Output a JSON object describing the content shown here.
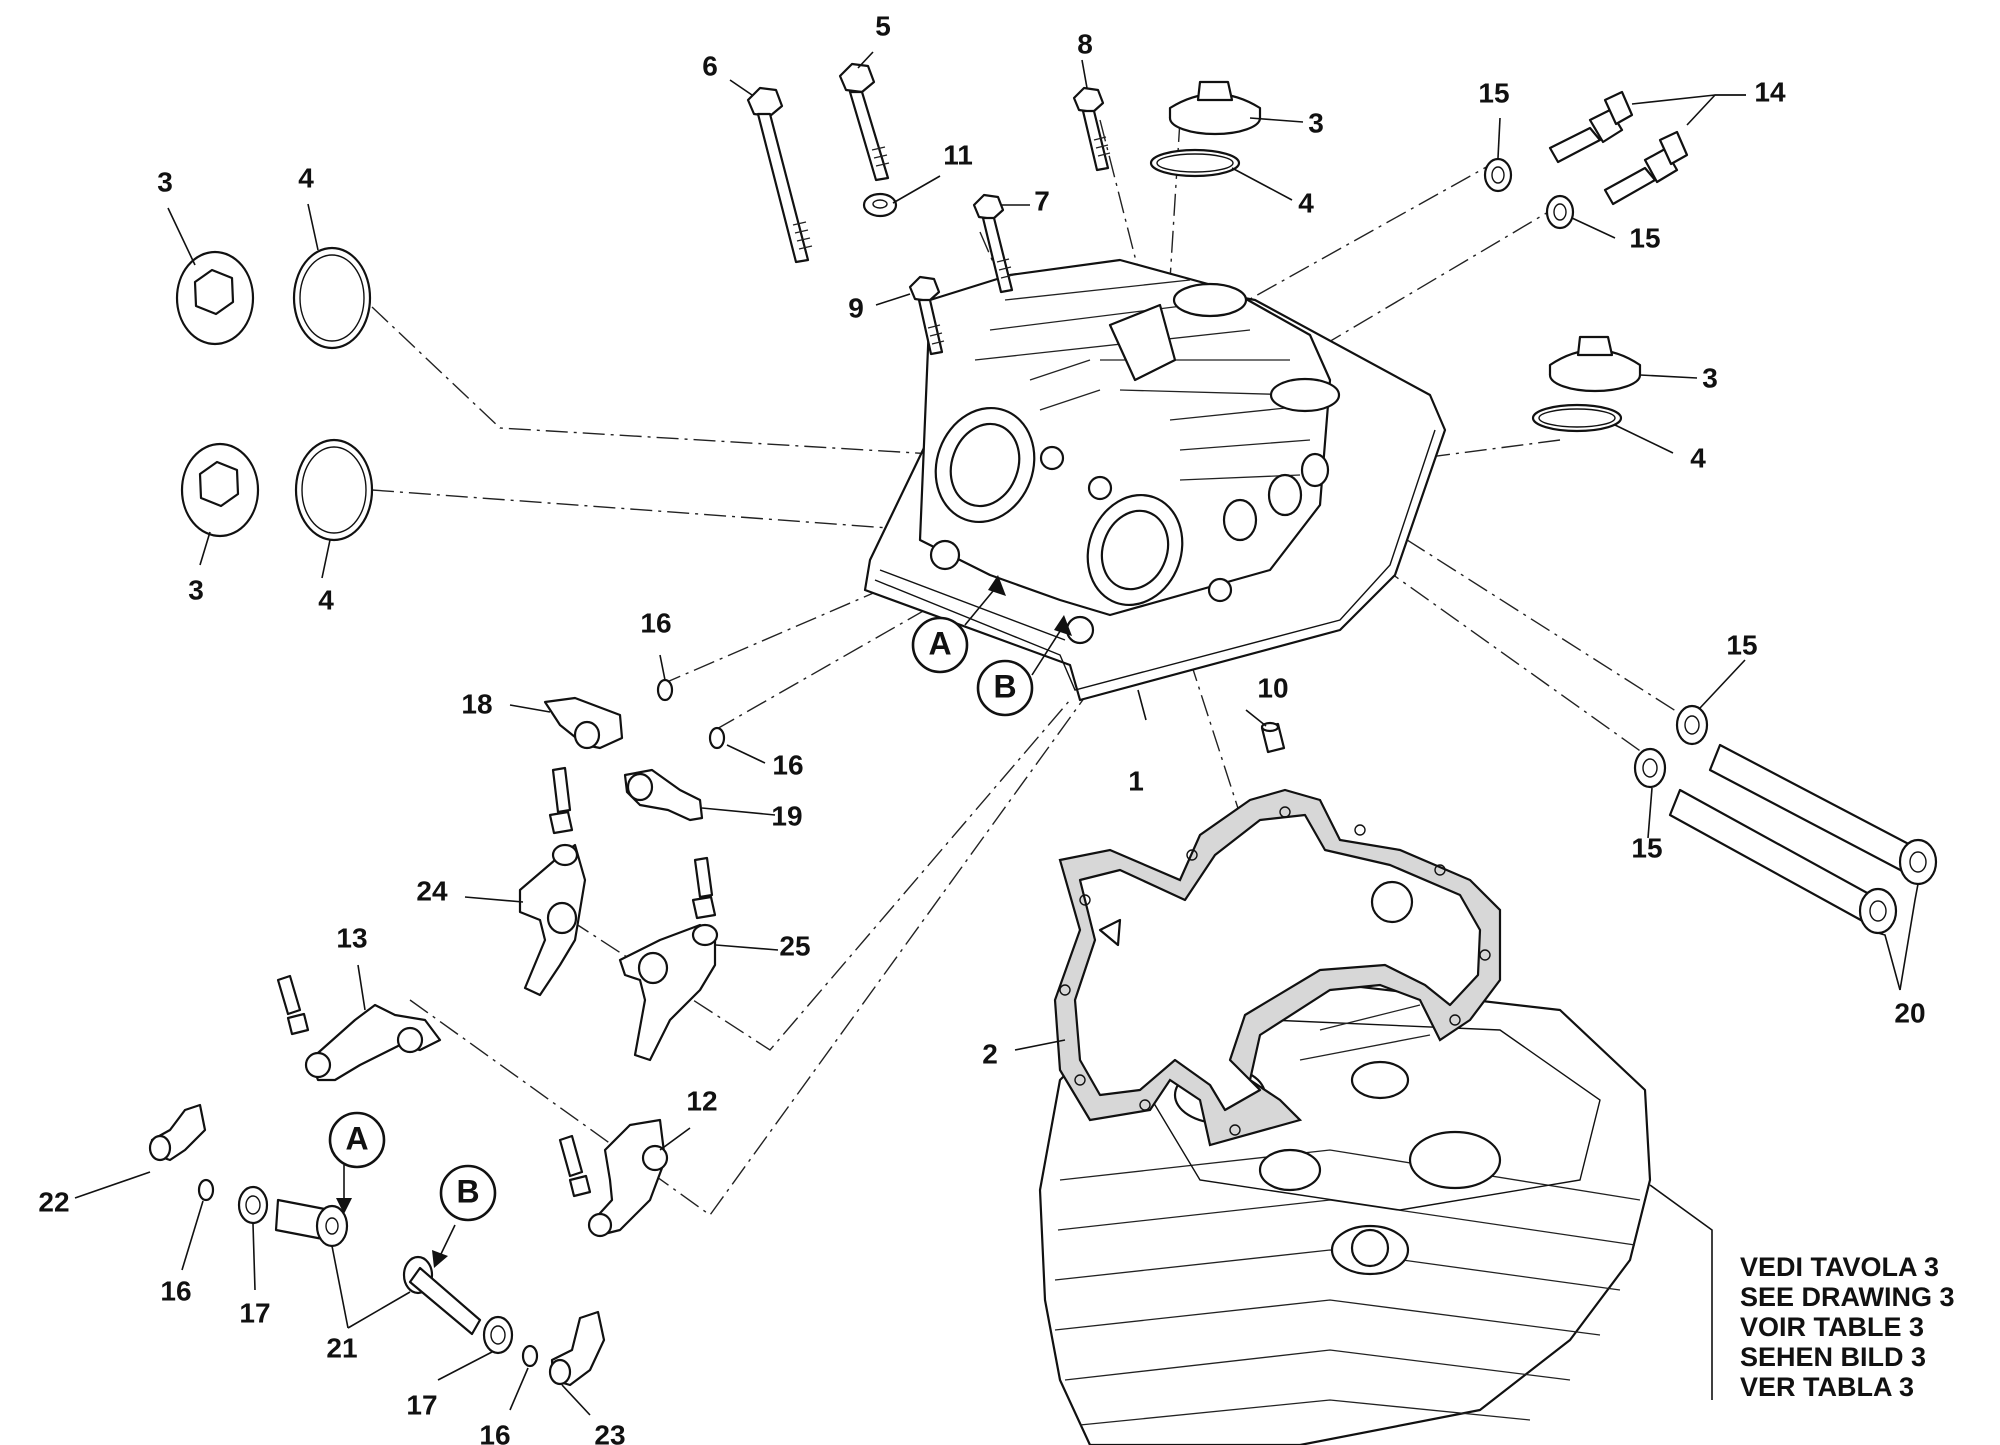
{
  "diagram": {
    "callouts": {
      "c1": "1",
      "c2": "2",
      "c3a": "3",
      "c3b": "3",
      "c3c": "3",
      "c3d": "3",
      "c4a": "4",
      "c4b": "4",
      "c4c": "4",
      "c4d": "4",
      "c5": "5",
      "c6": "6",
      "c7": "7",
      "c8": "8",
      "c9": "9",
      "c10": "10",
      "c11": "11",
      "c12": "12",
      "c13": "13",
      "c14": "14",
      "c15a": "15",
      "c15b": "15",
      "c15c": "15",
      "c15d": "15",
      "c16a": "16",
      "c16b": "16",
      "c16c": "16",
      "c16d": "16",
      "c17a": "17",
      "c17b": "17",
      "c18": "18",
      "c19": "19",
      "c20": "20",
      "c21": "21",
      "c22": "22",
      "c23": "23",
      "c24": "24",
      "c25": "25"
    },
    "markers": {
      "a_top": "A",
      "b_top": "B",
      "a_bottom": "A",
      "b_bottom": "B"
    },
    "note": {
      "line1": "VEDI TAVOLA 3",
      "line2": "SEE DRAWING 3",
      "line3": "VOIR TABLE 3",
      "line4": "SEHEN BILD 3",
      "line5": "VER TABLA 3"
    }
  }
}
